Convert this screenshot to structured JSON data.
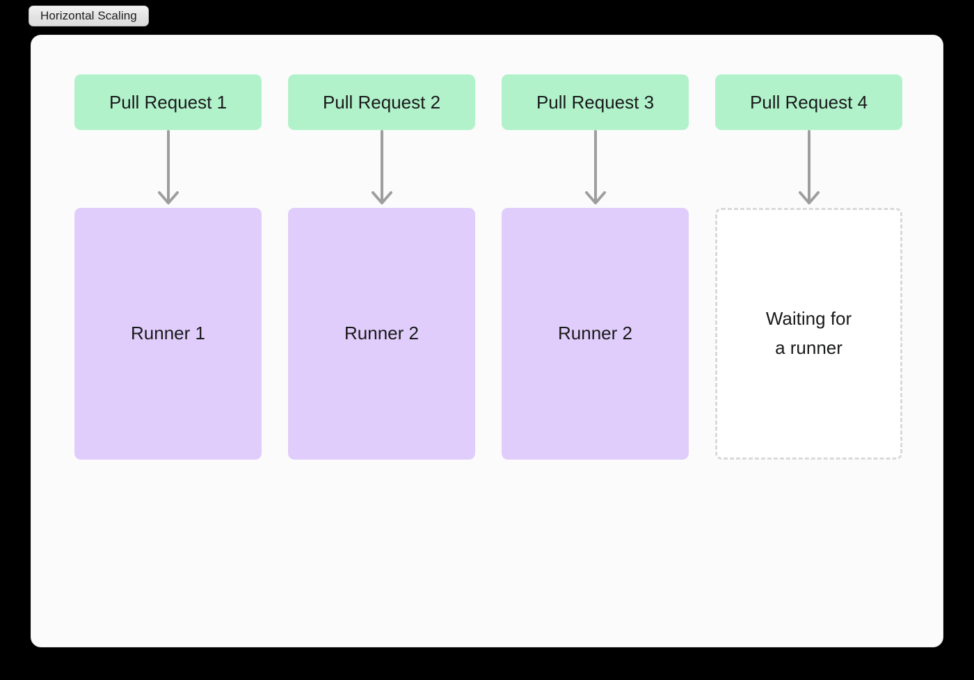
{
  "window": {
    "tab_label": "Horizontal Scaling"
  },
  "colors": {
    "page_background": "#000000",
    "card_background": "#fbfbfb",
    "source_node": "#b2f2cb",
    "target_node_filled": "#e0cdfb",
    "target_node_empty": "#ffffff",
    "dashed_border": "#d9d9d9",
    "arrow": "#9e9e9e",
    "text": "#18191a"
  },
  "diagram": {
    "type": "flow",
    "layout": "4 parallel columns, each source node connected by a downward arrow to a target node",
    "columns": [
      {
        "source_label": "Pull Request 1",
        "arrow": "down-arrow",
        "target_label": "Runner 1",
        "target_state": "filled"
      },
      {
        "source_label": "Pull Request 2",
        "arrow": "down-arrow",
        "target_label": "Runner 2",
        "target_state": "filled"
      },
      {
        "source_label": "Pull Request 3",
        "arrow": "down-arrow",
        "target_label": "Runner 2",
        "target_state": "filled"
      },
      {
        "source_label": "Pull Request 4",
        "arrow": "down-arrow",
        "target_label": "Waiting for\na runner",
        "target_state": "empty"
      }
    ]
  }
}
